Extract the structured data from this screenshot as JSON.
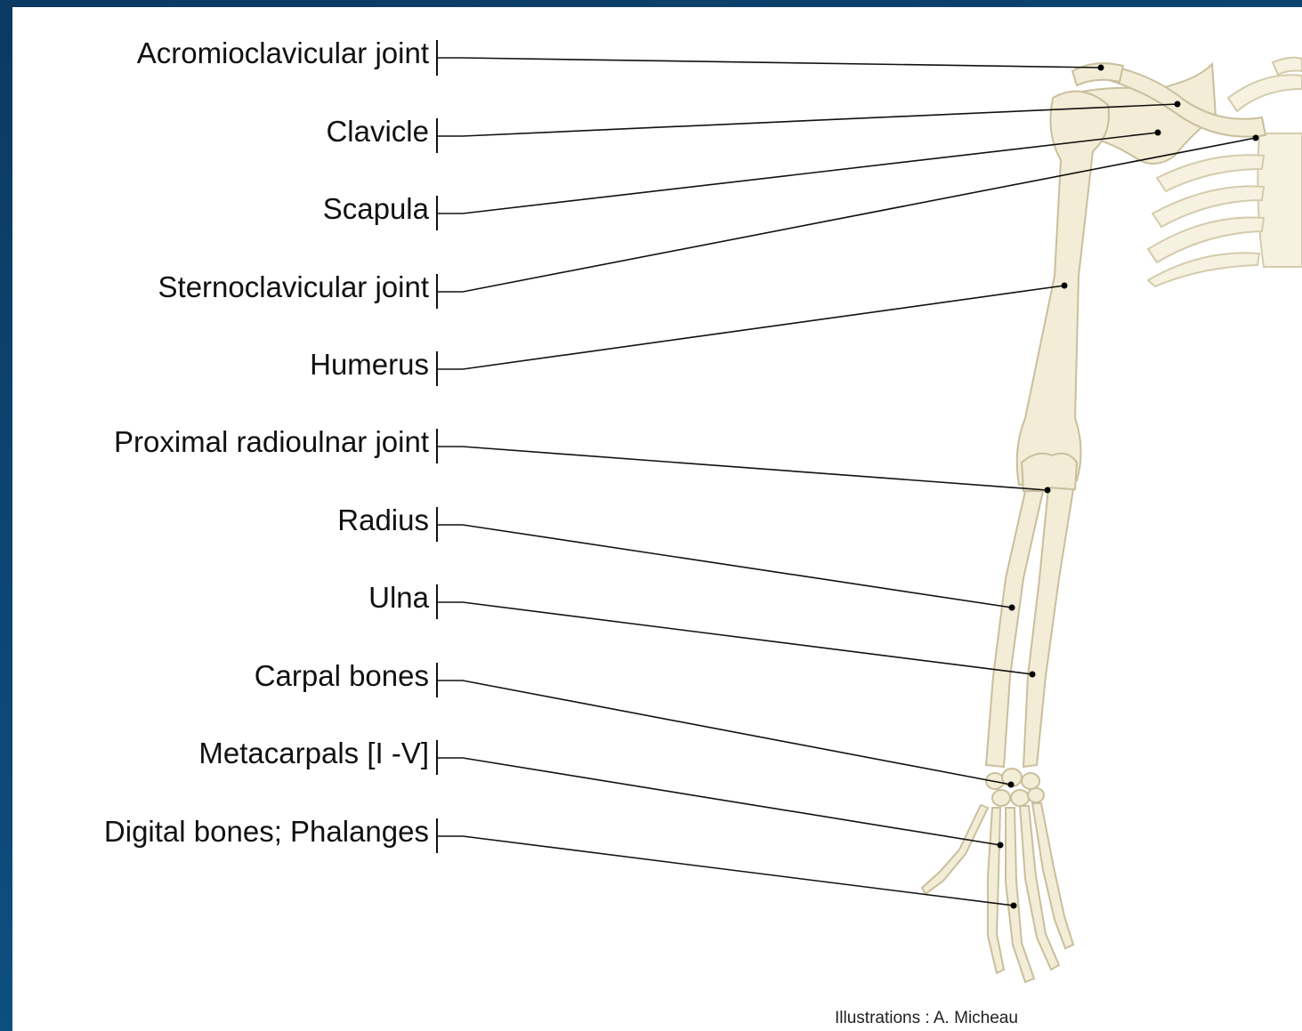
{
  "labels": [
    "Acromioclavicular joint",
    "Clavicle",
    "Scapula",
    "Sternoclavicular joint",
    "Humerus",
    "Proximal radioulnar joint",
    "Radius",
    "Ulna",
    "Carpal bones",
    "Metacarpals [I -V]",
    "Digital bones; Phalanges"
  ],
  "credit": "Illustrations : A. Micheau",
  "colors": {
    "background": "#0d4a7a",
    "panel": "#ffffff",
    "bone_fill": "#f3ecd6",
    "bone_outline": "#c9bf9c",
    "leader_line": "#111111"
  }
}
